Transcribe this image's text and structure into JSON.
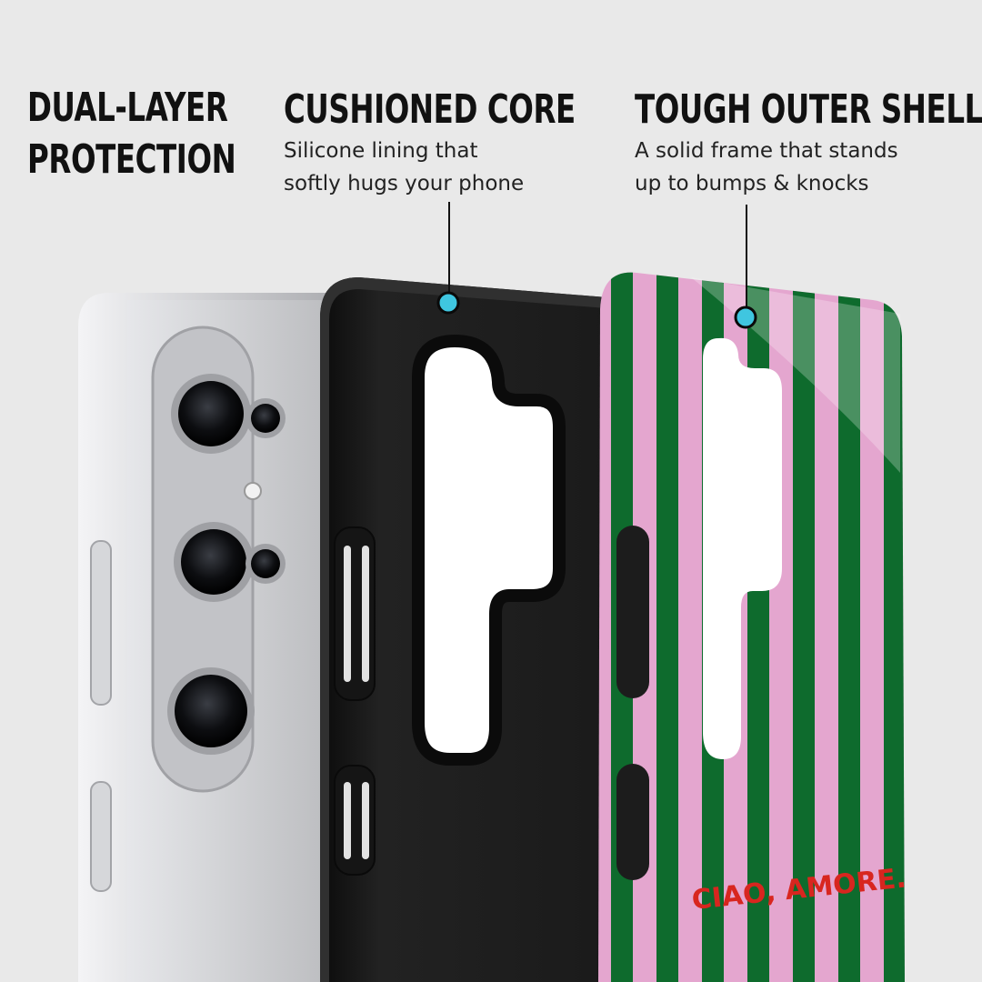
{
  "headlines": {
    "dual_line1": "DUAL-LAYER",
    "dual_line2": "PROTECTION",
    "core": "CUSHIONED CORE",
    "shell": "TOUGH OUTER SHELL"
  },
  "descriptions": {
    "core_line1": "Silicone lining that",
    "core_line2": "softly hugs your phone",
    "shell_line1": "A solid frame that stands",
    "shell_line2": "up to bumps & knocks"
  },
  "case_print_text": "CIAO, AMORE.",
  "colors": {
    "background": "#e9e9e9",
    "marker": "#3fc6e0",
    "stripe_green": "#0e6b2d",
    "stripe_pink": "#e4a6cf",
    "print_text": "#d8261f",
    "inner_case": "#1b1b1b",
    "phone_body": "#c9cacd"
  }
}
